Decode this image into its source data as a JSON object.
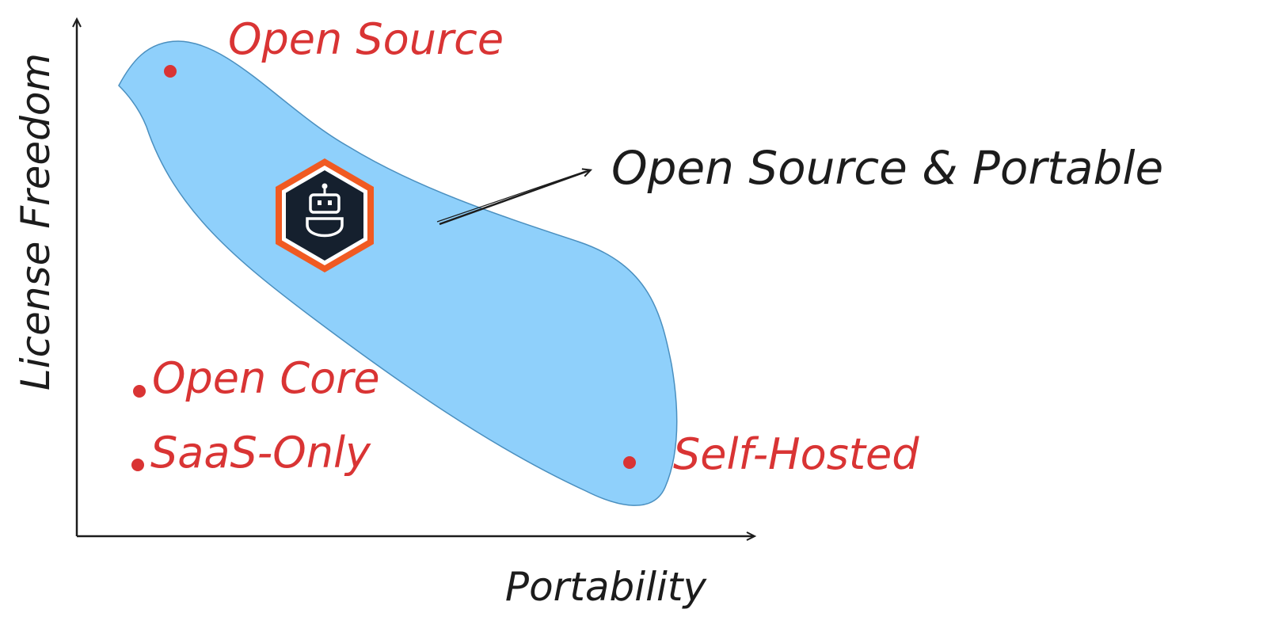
{
  "diagram": {
    "axes": {
      "y_label": "License Freedom",
      "x_label": "Portability"
    },
    "region": {
      "label": "Open Source & Portable",
      "fill_color": "#8fd0fb",
      "stroke_color": "#4a8fbf"
    },
    "points": [
      {
        "label": "Open Source",
        "color": "#d93434"
      },
      {
        "label": "Open Core",
        "color": "#d93434"
      },
      {
        "label": "SaaS-Only",
        "color": "#d93434"
      },
      {
        "label": "Self-Hosted",
        "color": "#d93434"
      }
    ],
    "logo": {
      "icon": "robot-icon",
      "border_color": "#f05a22",
      "fill_color": "#15202e"
    }
  }
}
